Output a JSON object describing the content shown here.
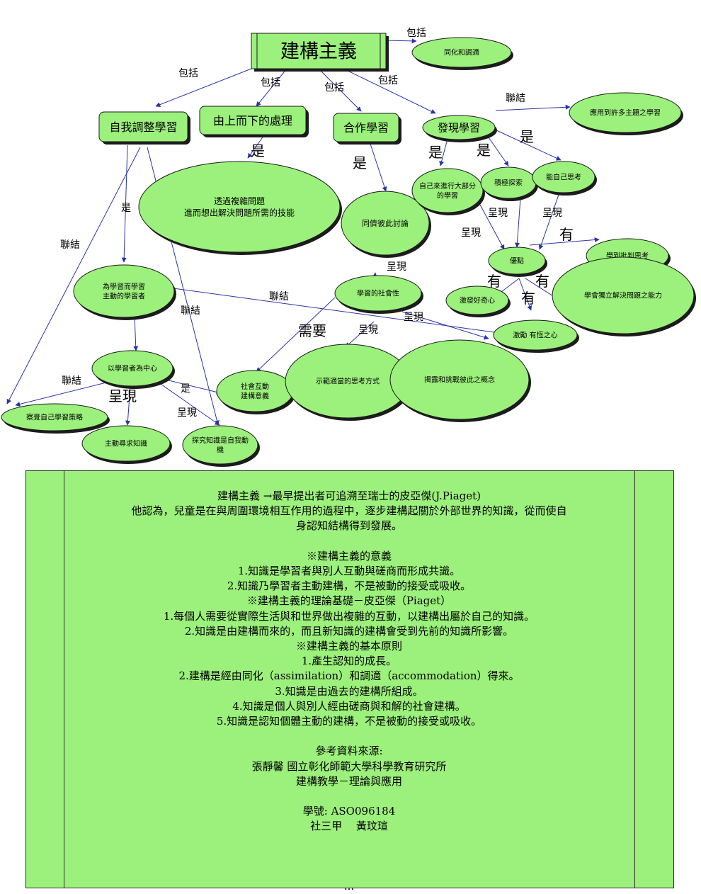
{
  "concept_map": {
    "nodes": [
      {
        "id": "root",
        "label": "建構主義",
        "shape": "rect"
      },
      {
        "id": "assim",
        "label": "同化和調適",
        "shape": "ellipse"
      },
      {
        "id": "self_reg",
        "label": "自我調整學習",
        "shape": "rect"
      },
      {
        "id": "topdown",
        "label": "由上而下的處理",
        "shape": "rect"
      },
      {
        "id": "coop",
        "label": "合作學習",
        "shape": "rect"
      },
      {
        "id": "discovery",
        "label": "發現學習",
        "shape": "ellipse"
      },
      {
        "id": "apply",
        "label": "應用到許多主題之學習",
        "shape": "ellipse"
      },
      {
        "id": "complex",
        "label": "透過複雜問題\n進而想出解決問題所需的技能",
        "shape": "ellipse"
      },
      {
        "id": "peer",
        "label": "同儕彼此討論",
        "shape": "ellipse"
      },
      {
        "id": "most",
        "label": "自己來進行大部分的學習",
        "shape": "ellipse"
      },
      {
        "id": "active_explore",
        "label": "積極探索",
        "shape": "ellipse"
      },
      {
        "id": "think",
        "label": "能自己思考",
        "shape": "ellipse"
      },
      {
        "id": "merit",
        "label": "優點",
        "shape": "ellipse"
      },
      {
        "id": "critical",
        "label": "學到批判思考",
        "shape": "ellipse"
      },
      {
        "id": "solve",
        "label": "學會獨立解決問題之能力",
        "shape": "ellipse"
      },
      {
        "id": "curious",
        "label": "激發好奇心",
        "shape": "ellipse"
      },
      {
        "id": "persist",
        "label": "激勵 有恆之心",
        "shape": "ellipse"
      },
      {
        "id": "active_learner",
        "label": "為學習而學習\n主動的學習者",
        "shape": "ellipse"
      },
      {
        "id": "social_nature",
        "label": "學習的社會性",
        "shape": "ellipse"
      },
      {
        "id": "learner_center",
        "label": "以學習者為中心",
        "shape": "ellipse"
      },
      {
        "id": "social_meaning",
        "label": "社會互動\n建構意義",
        "shape": "ellipse"
      },
      {
        "id": "model",
        "label": "示範適當的思考方式",
        "shape": "ellipse"
      },
      {
        "id": "reveal",
        "label": "揭露和挑戰彼此之概念",
        "shape": "ellipse"
      },
      {
        "id": "aware",
        "label": "察覺自己學習策略",
        "shape": "ellipse"
      },
      {
        "id": "seek",
        "label": "主動尋求知識",
        "shape": "ellipse"
      },
      {
        "id": "explore_motive",
        "label": "探究知識是自我動機",
        "shape": "ellipse"
      }
    ],
    "link_labels": [
      "包括",
      "包括",
      "包括",
      "包括",
      "包括",
      "聯結",
      "是",
      "是",
      "是",
      "是",
      "是",
      "是",
      "呈現",
      "呈現",
      "呈現",
      "有",
      "有",
      "有",
      "有",
      "聯結",
      "聯結",
      "聯結",
      "呈現",
      "需要",
      "呈現",
      "呈現",
      "呈現",
      "是",
      "聯結",
      "呈現"
    ],
    "colors": {
      "node_fill": "#9cf07c",
      "node_stroke": "#1a1a1a",
      "edge": "#2b33a8",
      "shadow": "#1c1c1c"
    }
  },
  "notes": {
    "lines": [
      "建構主義 →最早提出者可追溯至瑞士的皮亞傑(J.Piaget)",
      "他認為，兒童是在與周圍環境相互作用的過程中，逐步建構起關於外部世界的知識，從而使自",
      "身認知結構得到發展。",
      "",
      "※建構主義的意義",
      "1.知識是學習者與別人互動與磋商而形成共識。",
      "2.知識乃學習者主動建構，不是被動的接受或吸收。",
      "※建構主義的理論基礎－皮亞傑（Piaget）",
      "1.每個人需要從實際生活與和世界做出複雜的互動，以建構出屬於自己的知識。",
      "2.知識是由建構而來的，而且新知識的建構會受到先前的知識所影響。",
      "※建構主義的基本原則",
      "1.產生認知的成長。",
      "2.建構是經由同化（assimilation）和調適（accommodation）得來。",
      "3.知識是由過去的建構所組成。",
      "4.知識是個人與別人經由磋商與和解的社會建構。",
      "5.知識是認知個體主動的建構，不是被動的接受或吸收。",
      "",
      "參考資料來源:",
      "張靜馨 國立彰化師範大學科學教育研究所",
      "建構教學－理論與應用",
      "",
      "學號: ASO096184",
      "社三甲　 黃玟瑄",
      "",
      "",
      "",
      "..."
    ]
  }
}
